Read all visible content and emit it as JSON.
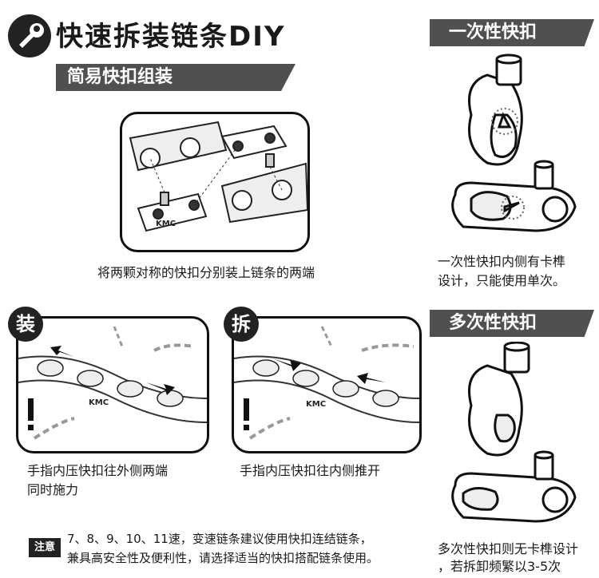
{
  "header": {
    "title": "快速拆装链条DIY",
    "subtitle": "简易快扣组装"
  },
  "assembly": {
    "caption": "将两颗对称的快扣分别装上链条的两端",
    "brand": "KMC"
  },
  "install": {
    "badge": "装",
    "caption_line1": "手指内压快扣往外侧两端",
    "caption_line2": "同时施力",
    "brand": "KMC"
  },
  "remove": {
    "badge": "拆",
    "caption": "手指内压快扣往内侧推开",
    "brand": "KMC"
  },
  "single_use": {
    "heading": "一次性快扣",
    "caption_line1": "一次性快扣内侧有卡榫",
    "caption_line2": "设计，只能使用单次。"
  },
  "multi_use": {
    "heading": "多次性快扣",
    "caption_line1": "多次性快扣则无卡榫设计",
    "caption_line2": "，若拆卸频繁以3-5次"
  },
  "note": {
    "label": "注意",
    "line1": "7、8、9、10、11速，变速链条建议使用快扣连结链条，",
    "line2": "兼具高安全性及便利性，请选择适当的快扣搭配链条使用。"
  },
  "icons": {
    "logo": "wrench-icon",
    "warning": "exclamation-icon",
    "arrow": "arrow-icon"
  },
  "colors": {
    "banner": "#505050",
    "ink": "#111111"
  }
}
